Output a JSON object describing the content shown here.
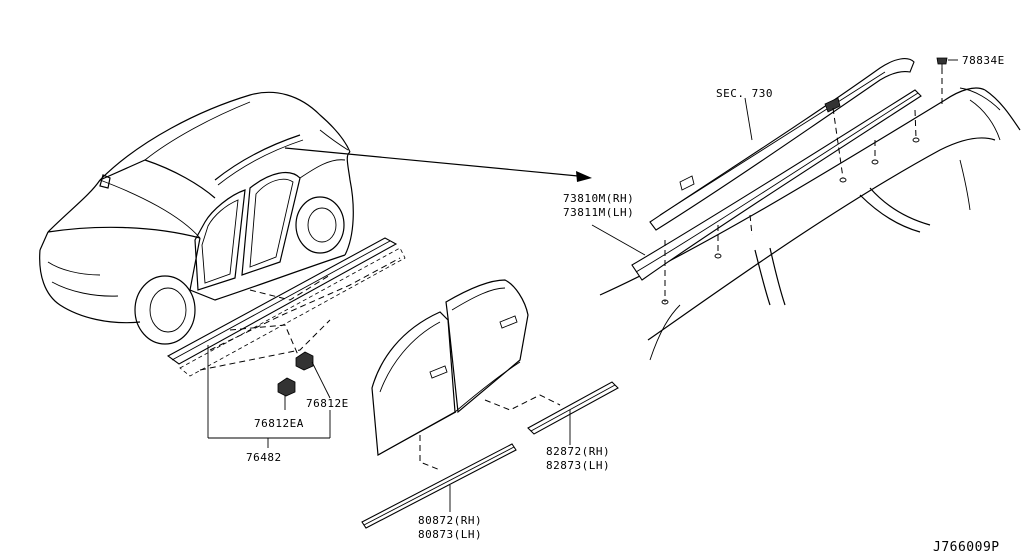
{
  "diagram_id": "J766009P",
  "callouts": {
    "clip_top": "78834E",
    "sec": "SEC. 730",
    "roof_rail_rh": "73810M(RH)",
    "roof_rail_lh": "73811M(LH)",
    "clip_e": "76812E",
    "clip_ea": "76812EA",
    "sill": "76482",
    "door_rh": "82872(RH)",
    "door_lh": "82873(LH)",
    "front_rh": "80872(RH)",
    "front_lh": "80873(LH)"
  }
}
